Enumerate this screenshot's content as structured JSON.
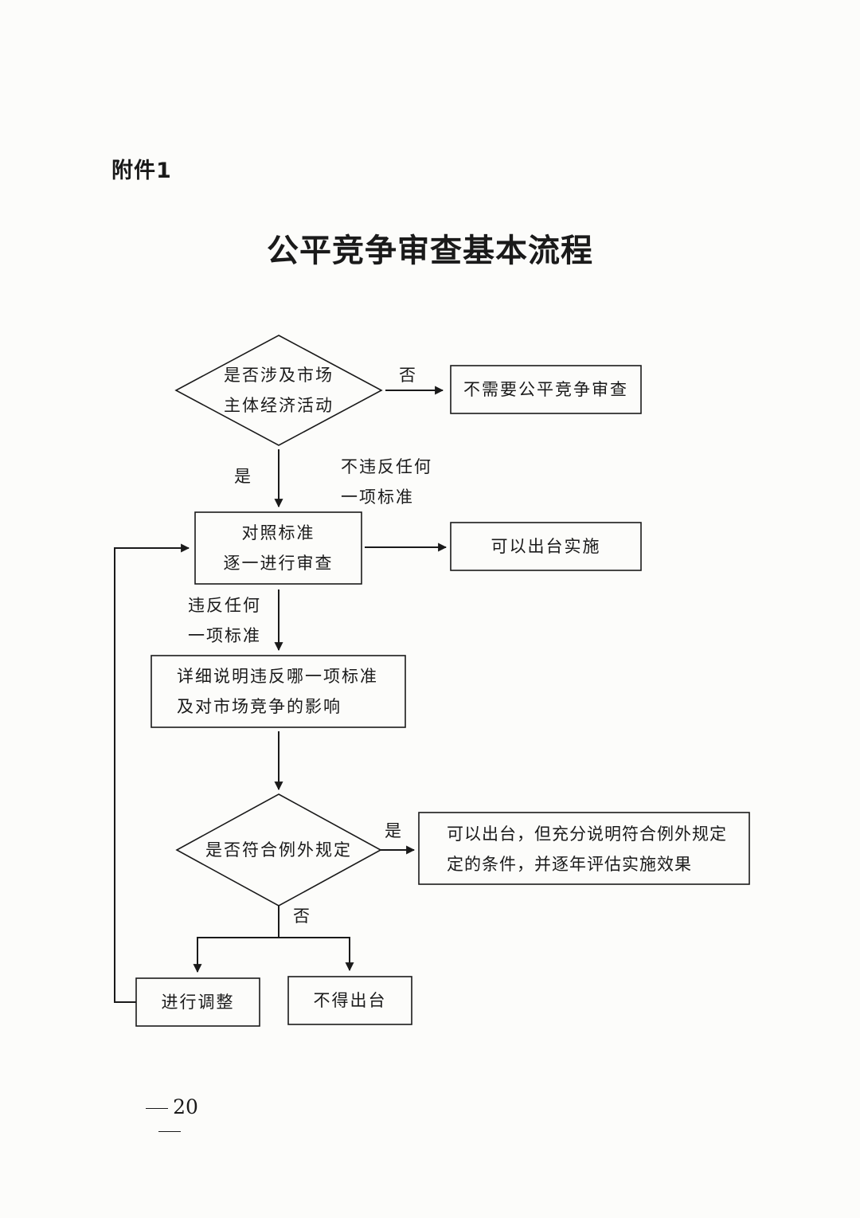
{
  "attachment_label": "附件1",
  "title": "公平竞争审查基本流程",
  "nodes": {
    "q_market_activity": [
      "是否涉及市场",
      "主体经济活动"
    ],
    "no_review_needed": "不需要公平竞争审查",
    "review_by_standard": [
      "对照标准",
      "逐一进行审查"
    ],
    "can_implement": "可以出台实施",
    "detail_violation": [
      "详细说明违反哪一项标准",
      "及对市场竞争的影响"
    ],
    "q_exception": "是否符合例外规定",
    "implement_with_exception": [
      "可以出台，但充分说明符合例外规定",
      "定的条件，并逐年评估实施效果"
    ],
    "adjust": "进行调整",
    "not_allowed": "不得出台"
  },
  "edge_labels": {
    "no_1": "否",
    "yes_1": "是",
    "no_violation": [
      "不违反任何",
      "一项标准"
    ],
    "violation": [
      "违反任何",
      "一项标准"
    ],
    "yes_2": "是",
    "no_2": "否"
  },
  "page_number": "20",
  "colors": {
    "line": "#1a1a1a",
    "paper": "#fcfcfa"
  }
}
